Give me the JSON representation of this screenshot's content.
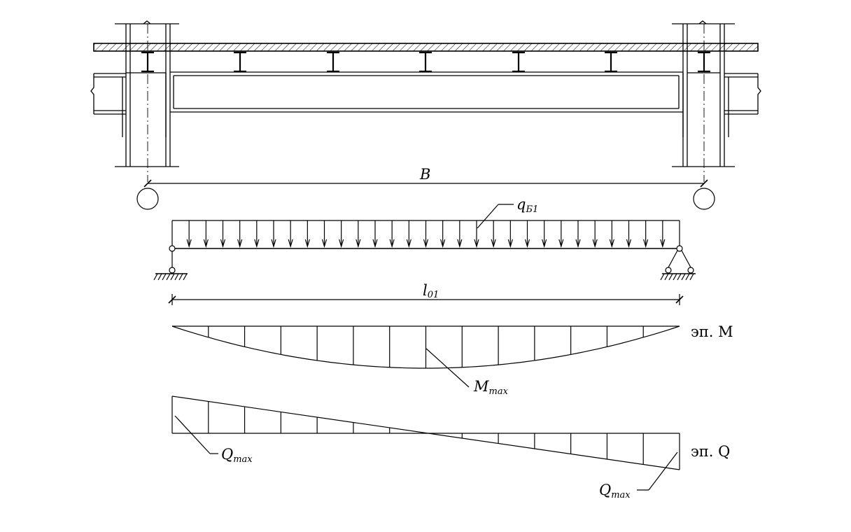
{
  "labels": {
    "span_B": "B",
    "load": {
      "main": "q",
      "sub": "Б1"
    },
    "span_l": {
      "main": "l",
      "sub": "01"
    },
    "moment_diagram": "эп. M",
    "m_max": {
      "main": "M",
      "sub": "max"
    },
    "shear_diagram": "эп. Q",
    "q_max_left": {
      "main": "Q",
      "sub": "max"
    },
    "q_max_right": {
      "main": "Q",
      "sub": "max"
    }
  }
}
